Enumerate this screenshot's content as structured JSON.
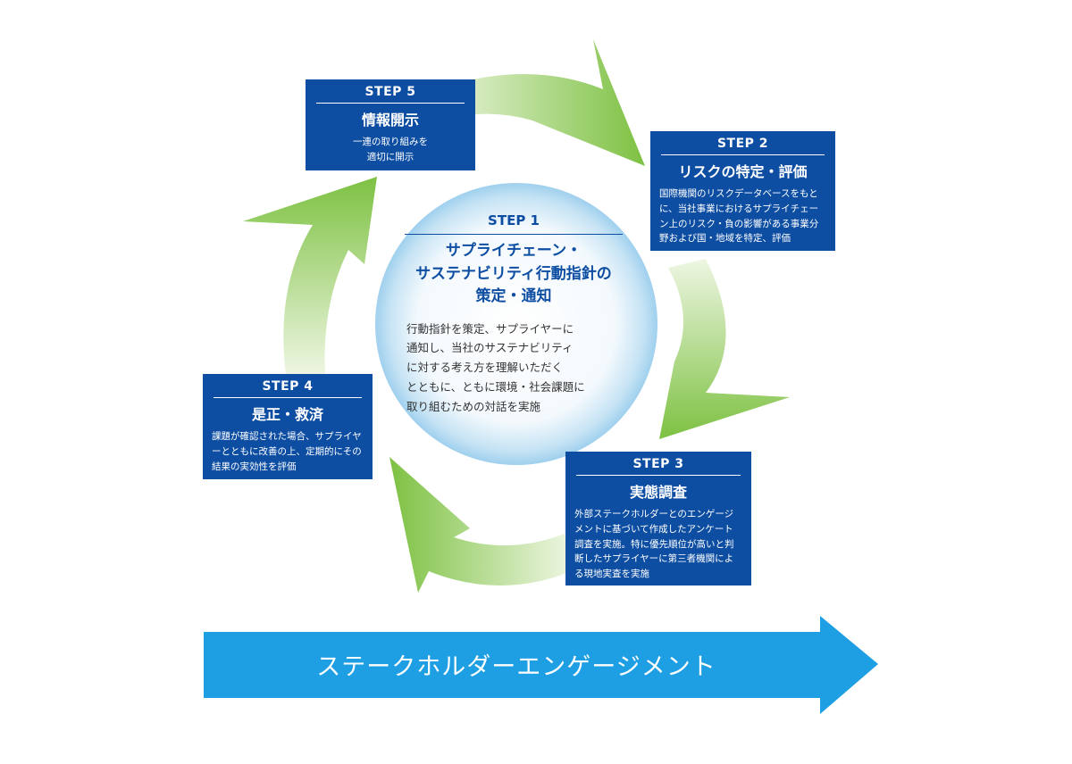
{
  "colors": {
    "box_blue": "#0d4ea3",
    "arrow_green_dark": "#7dc142",
    "arrow_green_light": "#e6f2d2",
    "banner_blue": "#1e9ee3",
    "circle_edge": "#8fc8ea"
  },
  "step1": {
    "label": "STEP 1",
    "title": "サプライチェーン・\nサステナビリティ行動指針の\n策定・通知",
    "desc": "行動指針を策定、サプライヤーに\n通知し、当社のサステナビリティ\nに対する考え方を理解いただく\nとともに、ともに環境・社会課題に\n取り組むための対話を実施"
  },
  "step2": {
    "label": "STEP 2",
    "title": "リスクの特定・評価",
    "desc": "国際機関のリスクデータベースをもとに、当社事業におけるサプライチェーン上のリスク・負の影響がある事業分野および国・地域を特定、評価"
  },
  "step3": {
    "label": "STEP 3",
    "title": "実態調査",
    "desc": "外部ステークホルダーとのエンゲージメントに基づいて作成したアンケート調査を実施。特に優先順位が高いと判断したサプライヤーに第三者機関による現地実査を実施"
  },
  "step4": {
    "label": "STEP 4",
    "title": "是正・救済",
    "desc": "課題が確認された場合、サプライヤーとともに改善の上、定期的にその結果の実効性を評価"
  },
  "step5": {
    "label": "STEP 5",
    "title": "情報開示",
    "desc": "一連の取り組みを\n適切に開示"
  },
  "banner": {
    "text": "ステークホルダーエンゲージメント"
  }
}
